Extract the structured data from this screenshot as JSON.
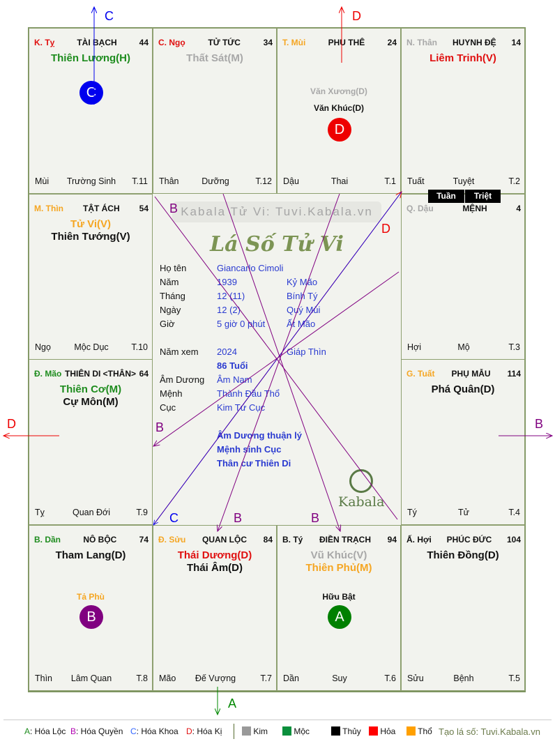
{
  "palaces": [
    {
      "canchi": "K. Tỵ",
      "canchi_color": "#e01010",
      "name": "TÀI BẠCH",
      "num": "44",
      "stars": [
        {
          "t": "Thiên Lương(H)",
          "c": "#1e8c1e"
        }
      ],
      "minor": [],
      "badge": {
        "t": "C",
        "c": "#0000ee"
      },
      "branch": "Mùi",
      "status": "Trường Sinh",
      "month": "T.11"
    },
    {
      "canchi": "C. Ngọ",
      "canchi_color": "#e01010",
      "name": "TỬ TỨC",
      "num": "34",
      "stars": [
        {
          "t": "Thất Sát(M)",
          "c": "#a8a8a8"
        }
      ],
      "minor": [],
      "badge": null,
      "branch": "Thân",
      "status": "Dưỡng",
      "month": "T.12"
    },
    {
      "canchi": "T. Mùi",
      "canchi_color": "#f5a623",
      "name": "PHU THÊ",
      "num": "24",
      "stars": [],
      "minor": [
        {
          "t": "Văn Xương(D)",
          "c": "#a8a8a8"
        },
        {
          "t": "Văn Khúc(D)",
          "c": "#111111"
        }
      ],
      "badge": {
        "t": "D",
        "c": "#ee0000"
      },
      "branch": "Dậu",
      "status": "Thai",
      "month": "T.1"
    },
    {
      "canchi": "N. Thân",
      "canchi_color": "#a8a8a8",
      "name": "HUYNH ĐỆ",
      "num": "14",
      "stars": [
        {
          "t": "Liêm Trinh(V)",
          "c": "#e01010"
        }
      ],
      "minor": [],
      "badge": null,
      "branch": "Tuất",
      "status": "Tuyệt",
      "month": "T.2"
    },
    {
      "canchi": "M. Thìn",
      "canchi_color": "#f5a623",
      "name": "TẬT ÁCH",
      "num": "54",
      "stars": [
        {
          "t": "Tử Vi(V)",
          "c": "#f5a623"
        },
        {
          "t": "Thiên Tướng(V)",
          "c": "#111111"
        }
      ],
      "minor": [],
      "badge": null,
      "branch": "Ngọ",
      "status": "Mộc Dục",
      "month": "T.10"
    },
    {
      "canchi": "Q. Dậu",
      "canchi_color": "#a8a8a8",
      "name": "MỆNH",
      "num": "4",
      "stars": [],
      "minor": [],
      "badge": null,
      "branch": "Hợi",
      "status": "Mộ",
      "month": "T.3"
    },
    {
      "canchi": "Đ. Mão",
      "canchi_color": "#1e8c1e",
      "name": "THIÊN DI <THÂN>",
      "num": "64",
      "stars": [
        {
          "t": "Thiên Cơ(M)",
          "c": "#1e8c1e"
        },
        {
          "t": "Cự Môn(M)",
          "c": "#111111"
        }
      ],
      "minor": [],
      "badge": null,
      "branch": "Tỵ",
      "status": "Quan Đới",
      "month": "T.9"
    },
    {
      "canchi": "G. Tuất",
      "canchi_color": "#f5a623",
      "name": "PHỤ MẪU",
      "num": "114",
      "stars": [
        {
          "t": "Phá Quân(D)",
          "c": "#111111"
        }
      ],
      "minor": [],
      "badge": null,
      "branch": "Tý",
      "status": "Tử",
      "month": "T.4"
    },
    {
      "canchi": "B. Dần",
      "canchi_color": "#1e8c1e",
      "name": "NÔ BỘC",
      "num": "74",
      "stars": [
        {
          "t": "Tham Lang(D)",
          "c": "#111111"
        }
      ],
      "minor": [
        {
          "t": "Tả Phù",
          "c": "#f5a623"
        }
      ],
      "badge": {
        "t": "B",
        "c": "#800080"
      },
      "branch": "Thìn",
      "status": "Lâm Quan",
      "month": "T.8"
    },
    {
      "canchi": "Đ. Sửu",
      "canchi_color": "#f5a623",
      "name": "QUAN LỘC",
      "num": "84",
      "stars": [
        {
          "t": "Thái Dương(D)",
          "c": "#e01010"
        },
        {
          "t": "Thái Âm(D)",
          "c": "#111111"
        }
      ],
      "minor": [],
      "badge": null,
      "branch": "Mão",
      "status": "Đế Vượng",
      "month": "T.7"
    },
    {
      "canchi": "B. Tý",
      "canchi_color": "#111111",
      "name": "ĐIỀN TRẠCH",
      "num": "94",
      "stars": [
        {
          "t": "Vũ Khúc(V)",
          "c": "#a8a8a8"
        },
        {
          "t": "Thiên Phủ(M)",
          "c": "#f5a623"
        }
      ],
      "minor": [
        {
          "t": "Hữu Bật",
          "c": "#111111"
        }
      ],
      "badge": {
        "t": "A",
        "c": "#008000"
      },
      "branch": "Dần",
      "status": "Suy",
      "month": "T.6"
    },
    {
      "canchi": "Ấ. Hợi",
      "canchi_color": "#111111",
      "name": "PHÚC ĐỨC",
      "num": "104",
      "stars": [
        {
          "t": "Thiên Đồng(D)",
          "c": "#111111"
        }
      ],
      "minor": [],
      "badge": null,
      "branch": "Sửu",
      "status": "Bệnh",
      "month": "T.5"
    }
  ],
  "tuan": "Tuần",
  "triet": "Triệt",
  "center": {
    "watermark": "Kabala Tử Vi: Tuvi.Kabala.vn",
    "title": "Lá Số Tử Vi",
    "rows": [
      {
        "label": "Họ tên",
        "v": "Giancarlo Cimoli",
        "w": ""
      },
      {
        "label": "Năm",
        "v": "1939",
        "w": "Kỷ Mão"
      },
      {
        "label": "Tháng",
        "v": "12  (11)",
        "w": "Bính Tý"
      },
      {
        "label": "Ngày",
        "v": "12  (2)",
        "w": "Quý Mùi"
      },
      {
        "label": "Giờ",
        "v": "5 giờ 0 phút",
        "w": "Ất Mão"
      },
      {
        "label": "Năm xem",
        "v": "2024",
        "w": "Giáp Thìn"
      },
      {
        "label": "",
        "v": "86 Tuổi",
        "w": ""
      },
      {
        "label": "Âm Dương",
        "v": "Âm Nam",
        "w": ""
      },
      {
        "label": "Mệnh",
        "v": "Thành Đầu Thổ",
        "w": ""
      },
      {
        "label": "Cục",
        "v": "Kim Tứ Cục",
        "w": ""
      }
    ],
    "notes": [
      "Âm Dương thuận lý",
      "Mệnh sinh Cục",
      "Thân cư Thiên Di"
    ],
    "logo": "Kabala"
  },
  "arrows": {
    "a": "A",
    "b": "B",
    "c": "C",
    "d": "D"
  },
  "legend": {
    "hoa": [
      {
        "k": "A",
        "t": ": Hóa Lộc",
        "c": "#1e8c1e"
      },
      {
        "k": "B",
        "t": ": Hóa Quyền",
        "c": "#b000b0"
      },
      {
        "k": "C",
        "t": ": Hóa Khoa",
        "c": "#3366ff"
      },
      {
        "k": "D",
        "t": ": Hóa Kị",
        "c": "#e01010"
      }
    ],
    "elements": [
      {
        "t": "Kim",
        "c": "#999999"
      },
      {
        "t": "Mộc",
        "c": "#0a8f3c"
      },
      {
        "t": "Thủy",
        "c": "#000000"
      },
      {
        "t": "Hỏa",
        "c": "#ff0000"
      },
      {
        "t": "Thổ",
        "c": "#ffa000"
      }
    ],
    "site": "Tạo lá số: Tuvi.Kabala.vn"
  }
}
